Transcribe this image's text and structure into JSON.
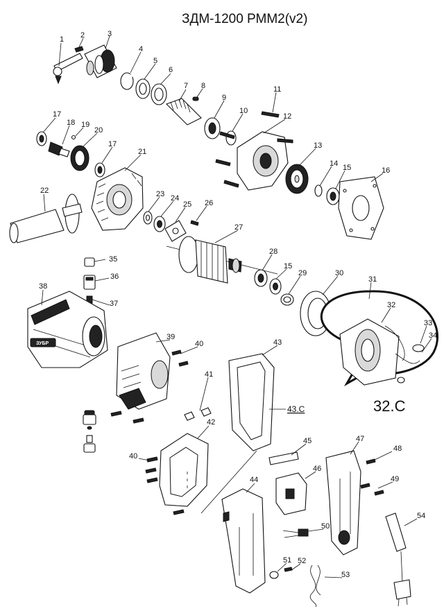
{
  "title": "ЗДМ-1200 РММ2(v2)",
  "callout_label": "32.С",
  "sub_label": "43.С",
  "parts": [
    "1",
    "2",
    "3",
    "4",
    "5",
    "6",
    "7",
    "8",
    "9",
    "10",
    "11",
    "12",
    "13",
    "14",
    "15",
    "16",
    "17",
    "18",
    "19",
    "20",
    "17",
    "21",
    "22",
    "23",
    "24",
    "25",
    "26",
    "27",
    "28",
    "15",
    "29",
    "30",
    "31",
    "32",
    "33",
    "34",
    "35",
    "36",
    "37",
    "38",
    "39",
    "40",
    "41",
    "42",
    "40",
    "43",
    "44",
    "45",
    "46",
    "47",
    "48",
    "49",
    "50",
    "51",
    "52",
    "53",
    "54"
  ],
  "logo_text": "ЗУБР"
}
